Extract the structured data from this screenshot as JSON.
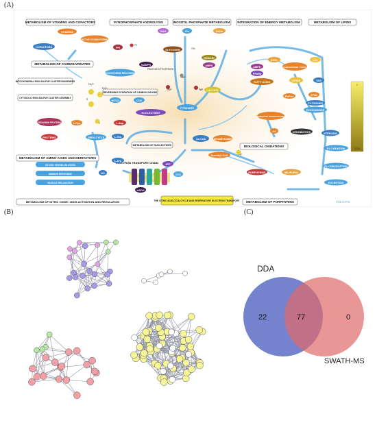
{
  "labels": {
    "a": "(A)",
    "b": "(B)",
    "c": "(C)"
  },
  "headers": [
    "METABOLISM OF VITAMINS AND COFACTORS",
    "PYROPHOSPHATE HYDROLYSIS",
    "INOSITOL PHOSPHATE METABOLISM",
    "INTEGRATION OF ENERGY METABOLISM",
    "METABOLISM OF LIPIDS",
    "METABOLISM OF CARBOHYDRATES",
    "MITOCHONDRIAL IRON-SULFUR CLUSTER BIOGENESIS",
    "CYTOSOLIC IRON-SULFUR CLUSTER ASSEMBLY",
    "REVERSIBLE HYDRATION OF CARBON DIOXIDE",
    "METABOLISM OF NUCLEOTIDES",
    "BIOLOGICAL OXIDATIONS",
    "METABOLISM OF AMINO ACIDS AND DERIVATIVES",
    "ELECTRON TRANSPORT CHAIN",
    "METABOLISM OF NITRIC OXIDE: eNOS ACTIVATION AND REGULATION",
    "THE CITRIC ACID (TCA) CYCLE AND RESPIRATORY ELECTRON TRANSPORT",
    "METABOLISM OF PORPHYRINS"
  ],
  "nodes": [
    "VITAMINS",
    "ACTIVE VITAMIN FORMS",
    "COFACTORS",
    "PPi",
    "Pi",
    "GDG",
    "IPx",
    "DAGs",
    "GLYCOGEN",
    "Glc",
    "INSULIN",
    "AMPK",
    "G6P",
    "NADPH",
    "PENTOSE 5-PHOSPHATE",
    "BIOSYNTHESIS REACTIONS",
    "R5P",
    "F6P",
    "LACTATE",
    "PYRUVATE",
    "HCO3",
    "CO2",
    "NUCLEOTIDES",
    "L-Cys",
    "L-Asp",
    "L-Glu",
    "L-Arg",
    "UREA CYCLE",
    "ORGANISM PROTEINS",
    "PROTEINS",
    "Fe2+",
    "Fe3+",
    "S",
    "Gly",
    "Ac-CoA",
    "KETONE BODIES",
    "Succinyl-CoA",
    "Gly",
    "PORPHYRINS",
    "BILIRUBIN",
    "EXCRETION",
    "P1 OXIDATION",
    "P2 CONJUGATION",
    "STEROIDS",
    "XENOBIOTICS",
    "AA",
    "MEMBRANE PHOSPHOLIPIDS",
    "PUFAs",
    "EICOSANOIDS",
    "CYTOKINES",
    "SPMs",
    "FATTY ACIDS",
    "AMPK",
    "PPARa",
    "CHOLESTEROL ESTER",
    "LIPIDS",
    "TAG",
    "LDL",
    "CHOL",
    "BLOOD VESSEL DILATION",
    "IMMUNE RESPONSE",
    "MUSCLE RELAXATION",
    "NO",
    "ATP",
    "NADH",
    "2OG"
  ],
  "legend": {
    "top": "1",
    "bottom": "0.05"
  },
  "brand": "reactome",
  "venn": {
    "left_label": "DDA",
    "right_label": "SWATH-MS",
    "left_only": "22",
    "both": "77",
    "right_only": "0"
  },
  "colors": {
    "left_circle": "#5d6cc4",
    "right_circle": "#e06a6a",
    "overlap": "#b04a7a"
  }
}
